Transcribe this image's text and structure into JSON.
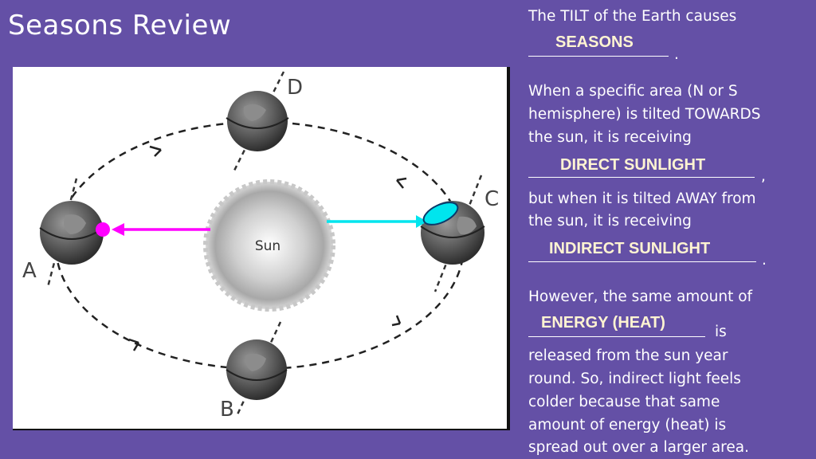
{
  "title": "Seasons Review",
  "diagram": {
    "sun_label": "Sun",
    "position_labels": {
      "a": "A",
      "b": "B",
      "c": "C",
      "d": "D"
    },
    "colors": {
      "background": "#6450a6",
      "magenta_arrow": "#ff00ff",
      "cyan_arrow": "#00e5ee",
      "answer_text": "#fff4d2"
    }
  },
  "text": {
    "p1_line1": "The TILT of the Earth causes",
    "p1_answer": "SEASONS",
    "p1_tail": ".",
    "p2_line1": "When a specific area (N or S",
    "p2_line2": "hemisphere) is tilted TOWARDS",
    "p2_line3": "the sun, it is receiving",
    "p2_answer1": "DIRECT SUNLIGHT",
    "p2_tail1": ",",
    "p2_line4": "but when it is tilted AWAY from",
    "p2_line5": "the sun, it is receiving",
    "p2_answer2": "INDIRECT SUNLIGHT",
    "p2_tail2": ".",
    "p3_line1": "However, the same amount of",
    "p3_answer": "ENERGY (HEAT)",
    "p3_tail": "is",
    "p3_line2": "released from the sun year",
    "p3_line3": "round. So, indirect light feels",
    "p3_line4": "colder because that same",
    "p3_line5": "amount of energy (heat) is",
    "p3_line6": "spread out over a larger area."
  }
}
